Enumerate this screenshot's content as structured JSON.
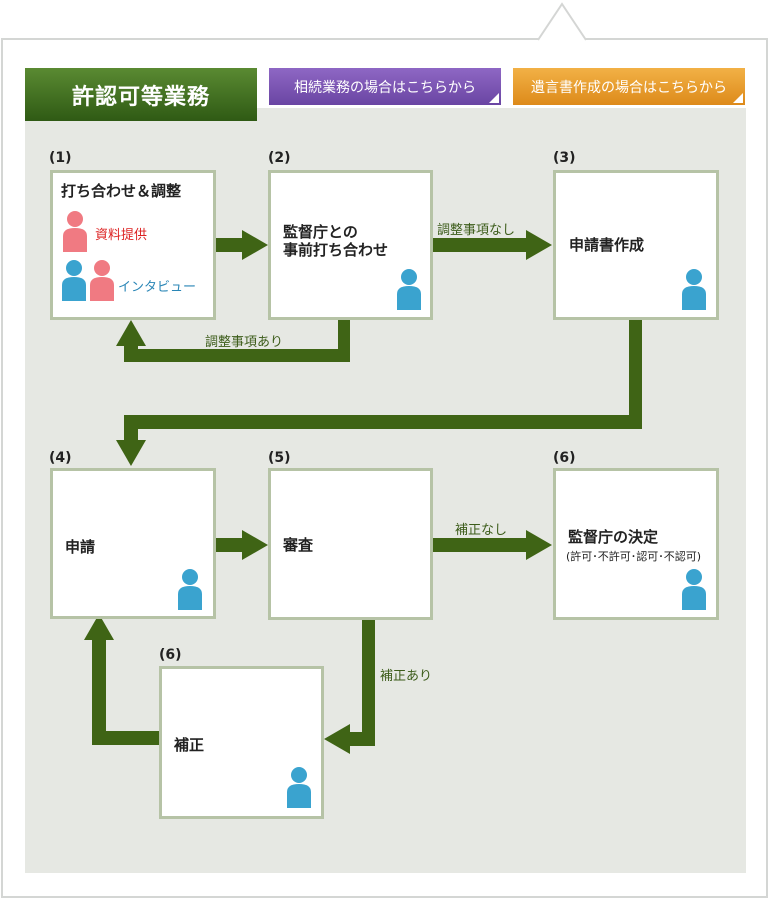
{
  "header": {
    "title": "許認可等業務",
    "link_inheritance": "相続業務の場合はこちらから",
    "link_will": "遺言書作成の場合はこちらから"
  },
  "colors": {
    "title_green": "#3d6b1e",
    "arrow_green": "#3f6415",
    "link_purple": "#7a55b5",
    "link_orange": "#e89b2c",
    "box_border": "#b6c3a6",
    "panel_bg": "#e6e8e3"
  },
  "steps": [
    {
      "num": "(1)",
      "title": "打ち合わせ＆調整",
      "items": [
        "資料提供",
        "インタビュー"
      ]
    },
    {
      "num": "(2)",
      "title_lines": [
        "監督庁との",
        "事前打ち合わせ"
      ]
    },
    {
      "num": "(3)",
      "title": "申請書作成"
    },
    {
      "num": "(4)",
      "title": "申請"
    },
    {
      "num": "(5)",
      "title": "審査"
    },
    {
      "num": "(6)",
      "title": "監督庁の決定",
      "subtitle": "(許可･不許可･認可･不認可)"
    },
    {
      "num": "(6)",
      "title": "補正"
    }
  ],
  "flows": {
    "no_adjust": "調整事項なし",
    "with_adjust": "調整事項あり",
    "no_correction": "補正なし",
    "with_correction": "補正あり"
  },
  "icons": {
    "person_red": "person-red-icon",
    "person_blue": "person-blue-icon"
  }
}
